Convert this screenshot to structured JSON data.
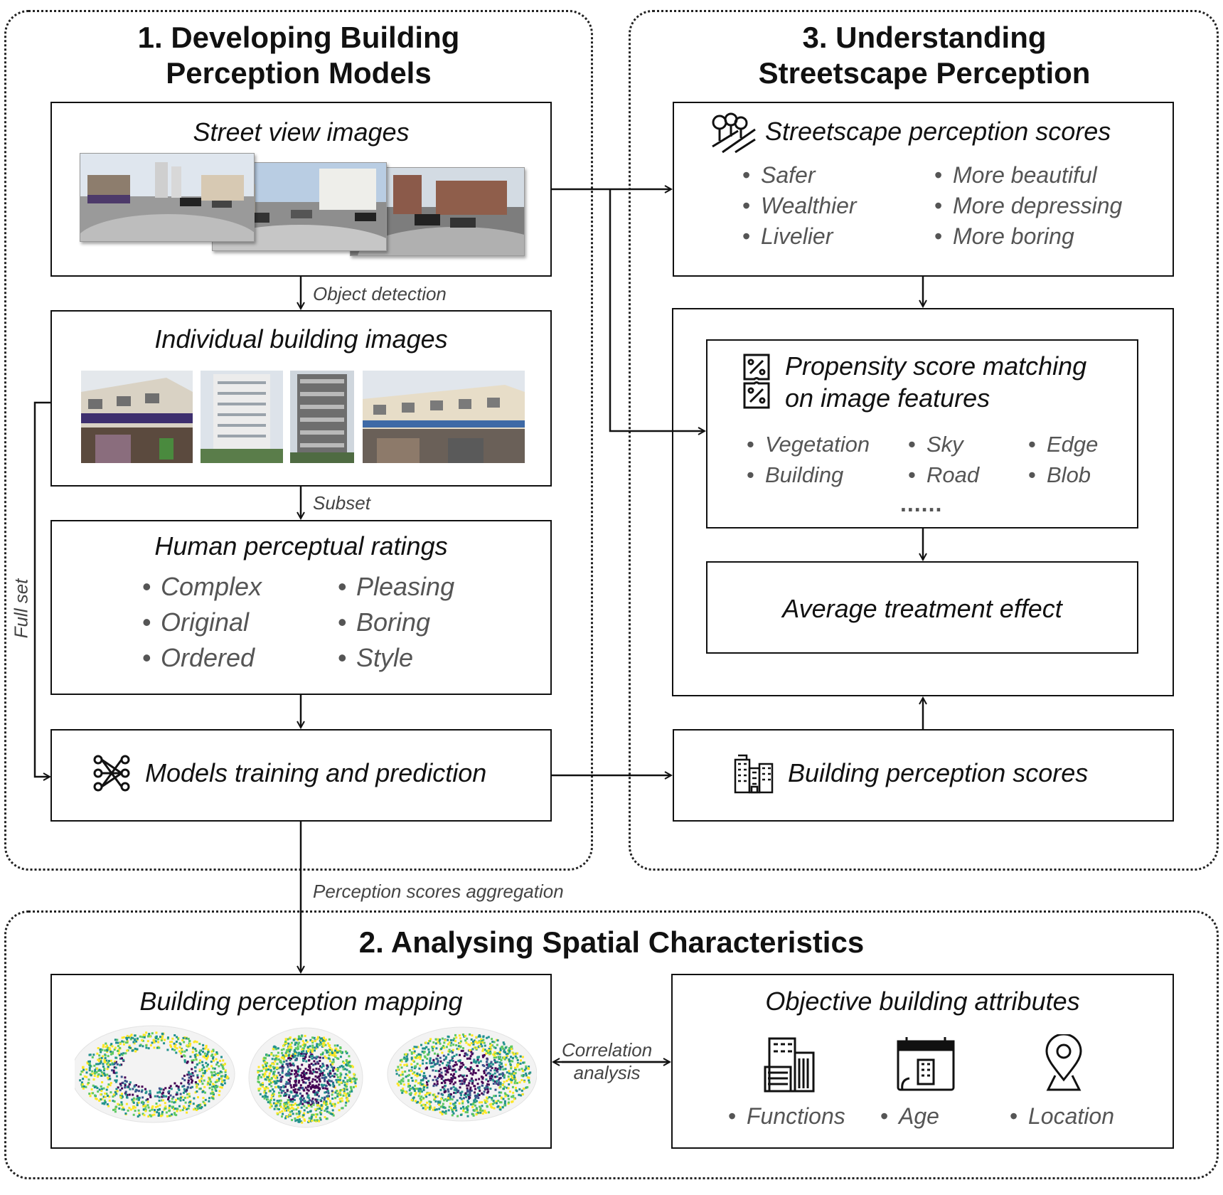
{
  "panel1": {
    "title_line1": "1. Developing Building",
    "title_line2": "Perception Models",
    "street_view_title": "Street view images",
    "object_detection_label": "Object detection",
    "individual_title": "Individual building images",
    "subset_label": "Subset",
    "full_set_label": "Full set",
    "ratings_title": "Human perceptual ratings",
    "ratings_left": [
      "Complex",
      "Original",
      "Ordered"
    ],
    "ratings_right": [
      "Pleasing",
      "Boring",
      "Style"
    ],
    "models_title": "Models training and prediction"
  },
  "panel3": {
    "title_line1": "3. Understanding",
    "title_line2": "Streetscape Perception",
    "streetscape_title": "Streetscape perception scores",
    "scores_left": [
      "Safer",
      "Wealthier",
      "Livelier"
    ],
    "scores_right": [
      "More beautiful",
      "More depressing",
      "More boring"
    ],
    "psm_title_line1": "Propensity score matching",
    "psm_title_line2": "on image features",
    "features_col1": [
      "Vegetation",
      "Building"
    ],
    "features_col2": [
      "Sky",
      "Road"
    ],
    "features_col3": [
      "Edge",
      "Blob"
    ],
    "features_more": "......",
    "ate_title": "Average treatment effect",
    "building_scores_title": "Building perception scores"
  },
  "aggregation_label": "Perception scores aggregation",
  "panel2": {
    "title": "2. Analysing Spatial Characteristics",
    "mapping_title": "Building perception mapping",
    "correlation_line1": "Correlation",
    "correlation_line2": "analysis",
    "attributes_title": "Objective building attributes",
    "attributes": [
      "Functions",
      "Age",
      "Location"
    ]
  },
  "icons": {
    "streetscape": "street-trees-icon",
    "psm": "percent-puzzle-icon",
    "models": "neural-network-icon",
    "building_scores": "city-buildings-icon",
    "functions": "office-building-icon",
    "age": "calendar-building-icon",
    "location": "location-pin-icon"
  },
  "colors": {
    "viridis_dark": "#440154",
    "viridis_mid": "#21918c",
    "viridis_yellow": "#fde725",
    "text_grey": "#555555"
  }
}
